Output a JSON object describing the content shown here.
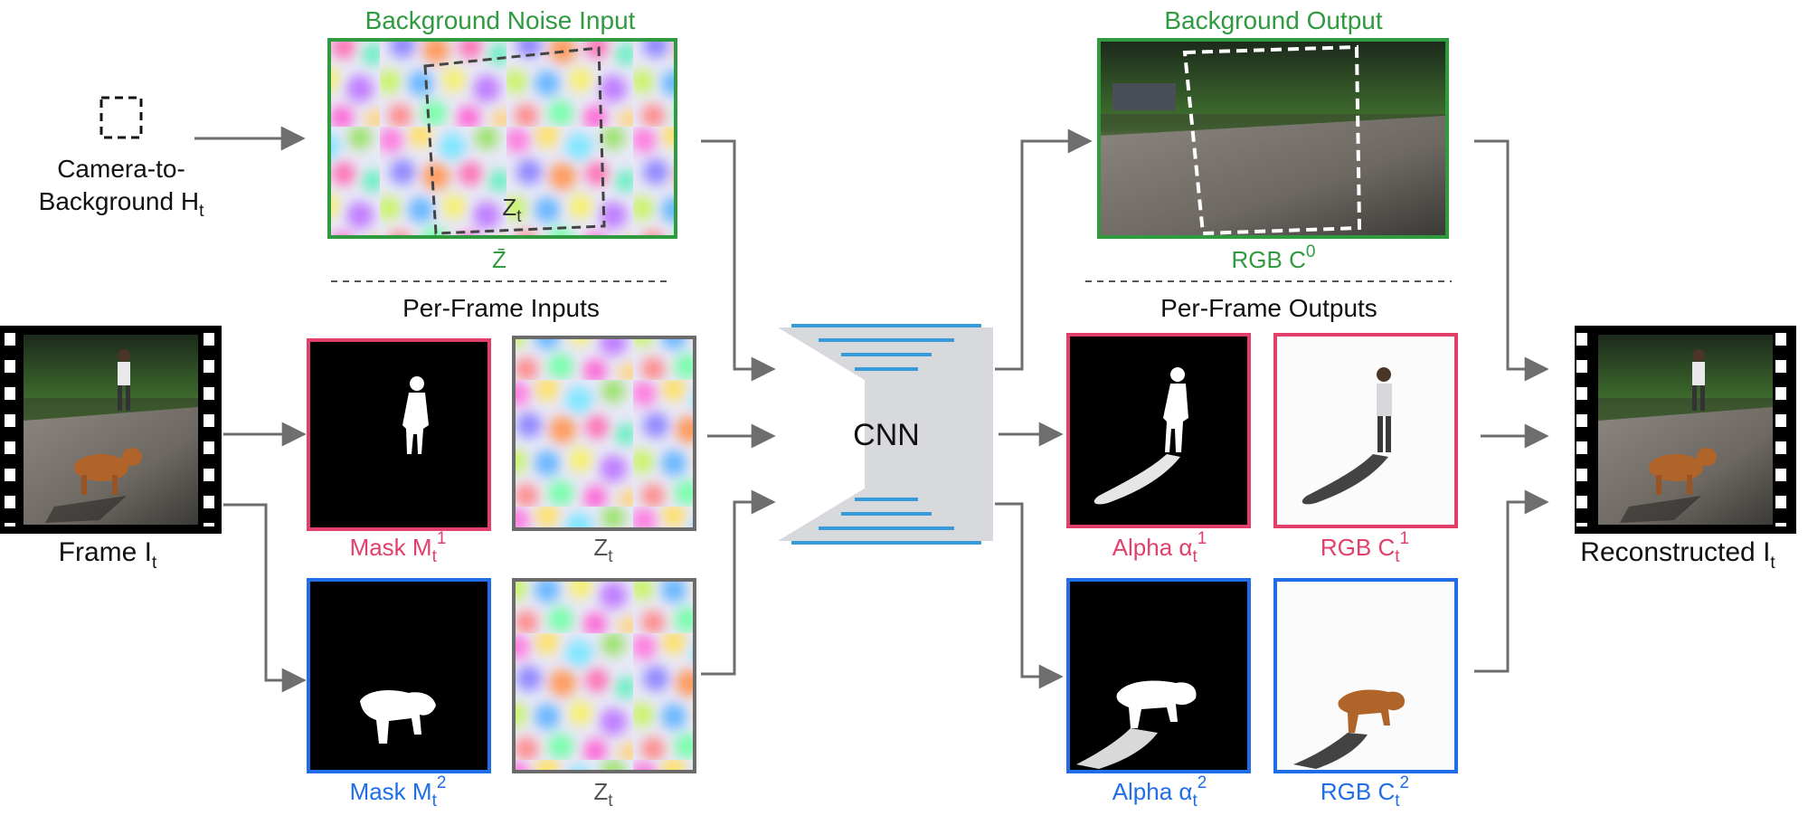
{
  "colors": {
    "green": "#2f9a3f",
    "pink": "#e2406b",
    "blue": "#1f6ee8",
    "gray_frame": "#6b6b6b",
    "arrow": "#6e6e6e",
    "cnn_fill": "#d7d9dc",
    "cnn_lines": "#3a9bd9",
    "text": "#111111"
  },
  "labels": {
    "bg_noise_input": "Background Noise Input",
    "bg_output": "Background Output",
    "camera_line1": "Camera-to-",
    "camera_line2_main": "Background H",
    "camera_line2_sub": "t",
    "z_inner_main": "Z",
    "z_inner_sub": "t",
    "z_bar": "Z̄",
    "rgb_c0_main": "RGB C",
    "rgb_c0_sup": "0",
    "per_frame_inputs": "Per-Frame Inputs",
    "per_frame_outputs": "Per-Frame Outputs",
    "frame_main": "Frame I",
    "frame_sub": "t",
    "mask1_main": "Mask M",
    "mask1_sub": "t",
    "mask1_sup": "1",
    "mask2_main": "Mask M",
    "mask2_sub": "t",
    "mask2_sup": "2",
    "zt1_main": "Z",
    "zt1_sub": "t",
    "zt2_main": "Z",
    "zt2_sub": "t",
    "cnn": "CNN",
    "alpha1_main": "Alpha α",
    "alpha1_sub": "t",
    "alpha1_sup": "1",
    "alpha2_main": "Alpha α",
    "alpha2_sub": "t",
    "alpha2_sup": "2",
    "rgb1_main": "RGB C",
    "rgb1_sub": "t",
    "rgb1_sup": "1",
    "rgb2_main": "RGB C",
    "rgb2_sub": "t",
    "rgb2_sup": "2",
    "recon_main": "Reconstructed I",
    "recon_sub": "t"
  }
}
